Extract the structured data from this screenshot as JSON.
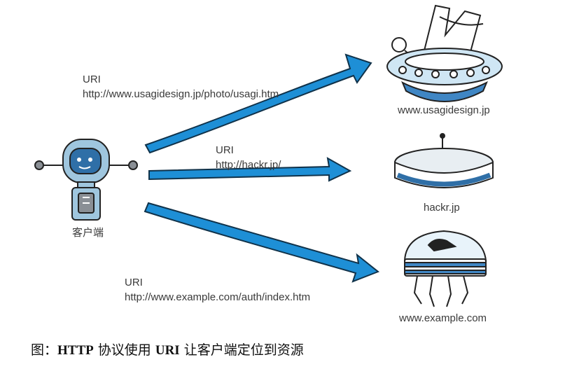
{
  "client": {
    "label": "客户端"
  },
  "links": [
    {
      "uri_label": "URI",
      "uri": "http://www.usagidesign.jp/photo/usagi.htm",
      "host": "www.usagidesign.jp"
    },
    {
      "uri_label": "URI",
      "uri": "http://hackr.jp/",
      "host": "hackr.jp"
    },
    {
      "uri_label": "URI",
      "uri": "http://www.example.com/auth/index.htm",
      "host": "www.example.com"
    }
  ],
  "caption": {
    "prefix": "图：",
    "http": "HTTP",
    "mid": " 协议使用 ",
    "uri": "URI",
    "suffix": " 让客户端定位到资源"
  },
  "colors": {
    "arrow": "#1e8fd6",
    "robot": "#9fc6de",
    "outline": "#222222",
    "ufo_light": "#cfe6f4"
  }
}
